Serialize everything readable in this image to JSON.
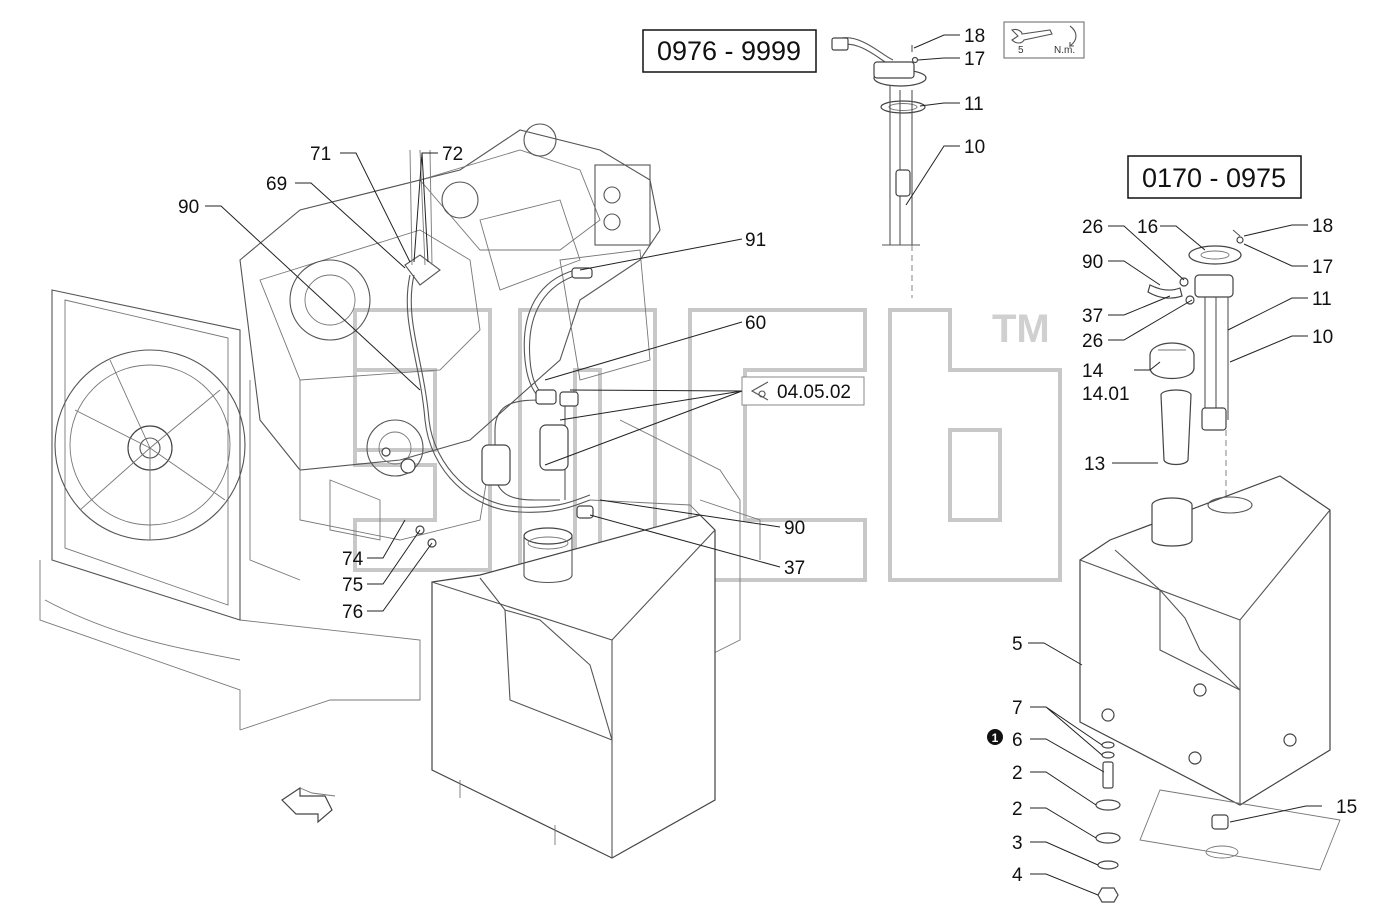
{
  "serial_ranges": {
    "upper": "0976 - 9999",
    "right": "0170 - 0975"
  },
  "reference": {
    "code": "04.05.02"
  },
  "torque": {
    "value": "5",
    "unit": "N.m."
  },
  "note_marker": "1",
  "watermark": {
    "trademark": "TM"
  },
  "labels": {
    "l71": "71",
    "l72": "72",
    "l69": "69",
    "l90a": "90",
    "l91": "91",
    "l60": "60",
    "l90b": "90",
    "l37a": "37",
    "l74": "74",
    "l75": "75",
    "l76": "76",
    "l18a": "18",
    "l17a": "17",
    "l11a": "11",
    "l10a": "10",
    "l26a": "26",
    "l16": "16",
    "l18b": "18",
    "l90c": "90",
    "l17b": "17",
    "l37b": "37",
    "l11b": "11",
    "l26b": "26",
    "l10b": "10",
    "l14": "14",
    "l1401": "14.01",
    "l13": "13",
    "l5": "5",
    "l7": "7",
    "l6": "6",
    "l2a": "2",
    "l2b": "2",
    "l3": "3",
    "l4": "4",
    "l15": "15"
  }
}
